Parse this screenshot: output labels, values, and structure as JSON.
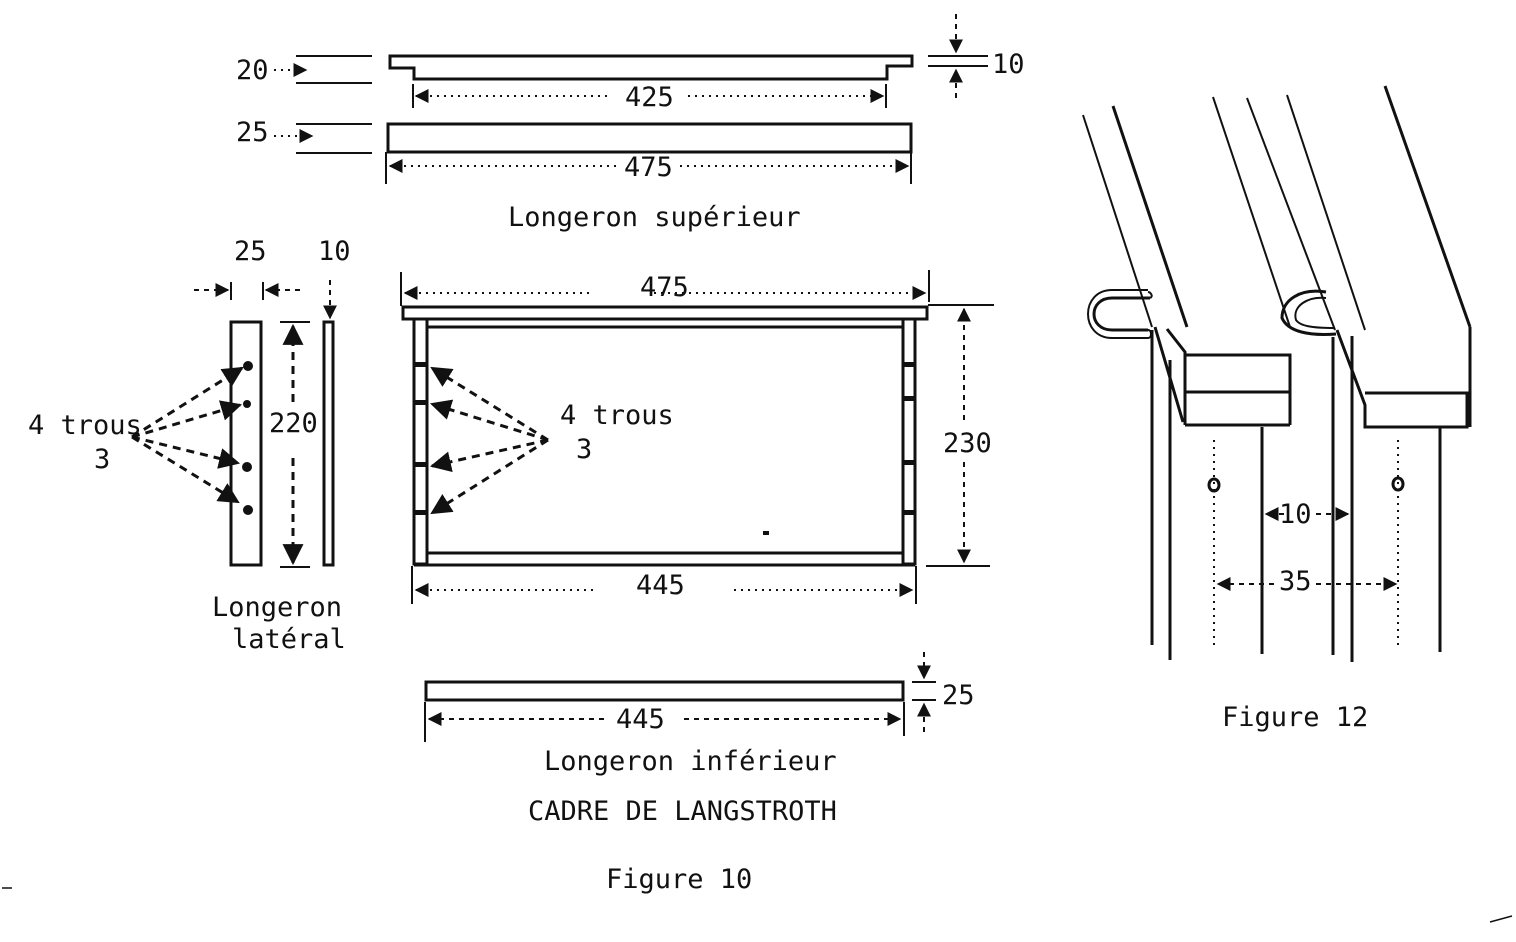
{
  "figure10": {
    "caption": "Figure 10",
    "title": "CADRE DE LANGSTROTH",
    "top_bar": {
      "label": "Longeron supérieur",
      "upper_piece": {
        "thickness": "20",
        "length": "425",
        "step": "10"
      },
      "lower_piece": {
        "thickness": "25",
        "length": "475"
      }
    },
    "side_bar": {
      "label_line1": "Longeron",
      "label_line2": "latéral",
      "width": "25",
      "thickness": "10",
      "height": "220",
      "holes_line1": "4 trous",
      "holes_line2": "3"
    },
    "frame": {
      "top_width": "475",
      "height": "230",
      "bottom_width": "445",
      "holes_line1": "4 trous",
      "holes_line2": "3"
    },
    "bottom_bar": {
      "label": "Longeron inférieur",
      "length": "445",
      "thickness": "25"
    }
  },
  "figure12": {
    "caption": "Figure 12",
    "gap": "10",
    "spacing": "35"
  }
}
